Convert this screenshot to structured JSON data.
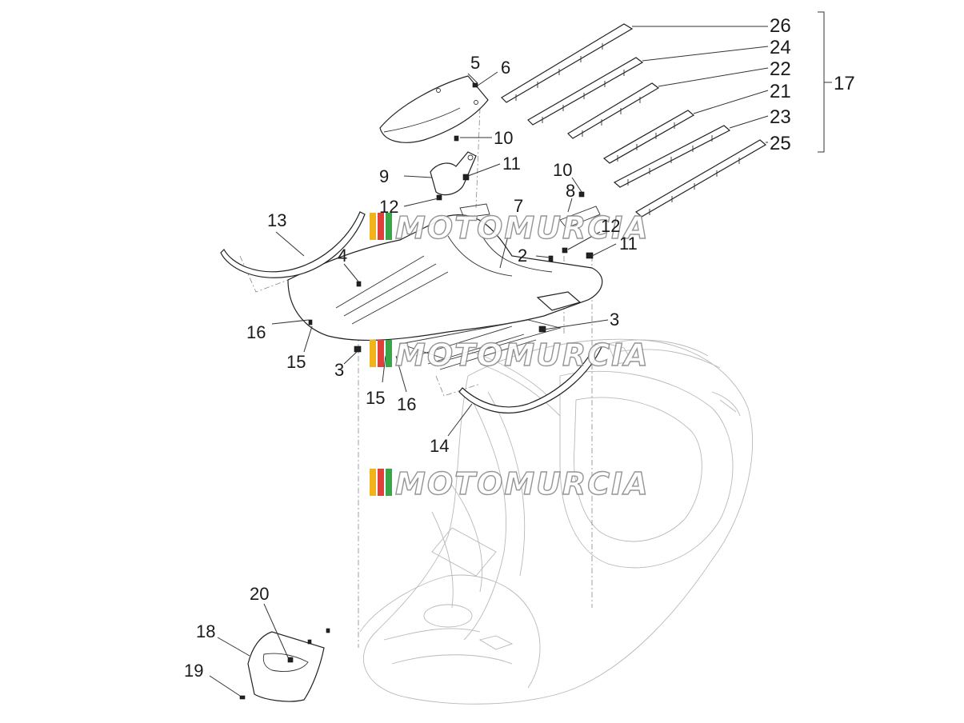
{
  "watermark": {
    "brand": "MOTOMURCIA",
    "stripe_colors": [
      "#f2b21a",
      "#e0403a",
      "#3aa64a"
    ],
    "instances": 3
  },
  "callouts": {
    "c26": "26",
    "c24": "24",
    "c22": "22",
    "c21": "21",
    "c23": "23",
    "c25": "25",
    "c17": "17",
    "c5": "5",
    "c6": "6",
    "c10a": "10",
    "c9": "9",
    "c11a": "11",
    "c12a": "12",
    "c10b": "10",
    "c8": "8",
    "c7": "7",
    "c12b": "12",
    "c11b": "11",
    "c2": "2",
    "c13": "13",
    "c4": "4",
    "c16a": "16",
    "c15a": "15",
    "c3a": "3",
    "c3b": "3",
    "c15b": "15",
    "c16b": "16",
    "c14": "14",
    "c20": "20",
    "c18": "18",
    "c19": "19"
  }
}
